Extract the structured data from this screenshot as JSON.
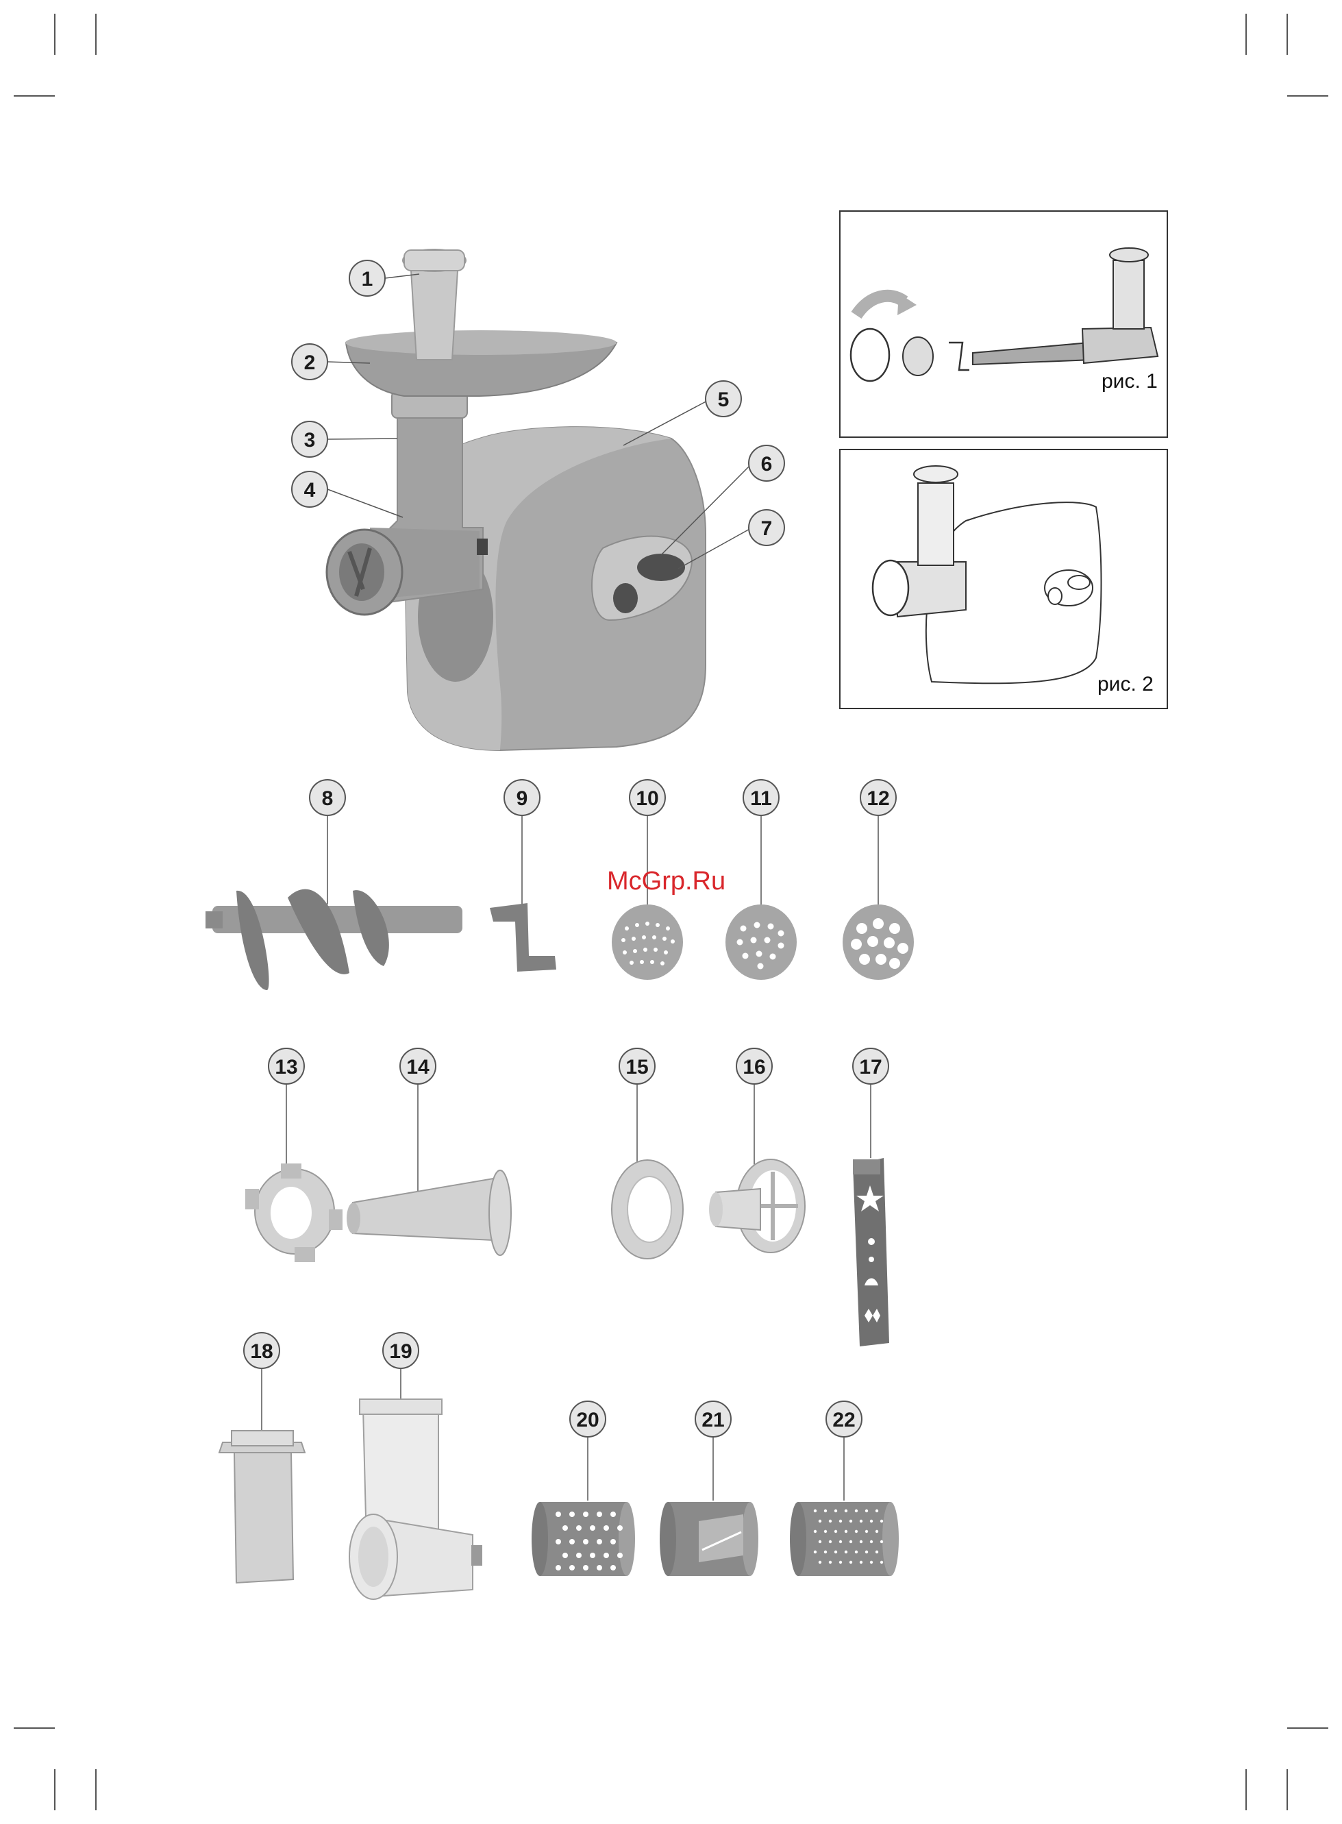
{
  "watermark": "McGrp.Ru",
  "figures": {
    "fig1_caption": "рис. 1",
    "fig2_caption": "рис. 2"
  },
  "callouts": [
    "1",
    "2",
    "3",
    "4",
    "5",
    "6",
    "7",
    "8",
    "9",
    "10",
    "11",
    "12",
    "13",
    "14",
    "15",
    "16",
    "17",
    "18",
    "19",
    "20",
    "21",
    "22"
  ],
  "colors": {
    "body_gray": "#a9a9a9",
    "light_gray": "#d2d2d2",
    "mid_gray": "#8c8c8c",
    "dark_gray": "#6e6e6e",
    "badge_fill": "#e6e6e6",
    "watermark_red": "#d9262b"
  }
}
